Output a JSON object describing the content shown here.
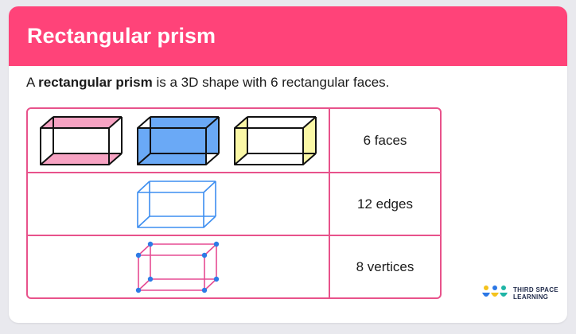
{
  "header": {
    "title": "Rectangular prism"
  },
  "intro": {
    "prefix": "A ",
    "bold": "rectangular prism",
    "suffix": " is a 3D shape with 6 rectangular faces."
  },
  "rows": [
    {
      "label": "6 faces"
    },
    {
      "label": "12 edges"
    },
    {
      "label": "8 vertices"
    }
  ],
  "logo": {
    "line1": "THIRD SPACE",
    "line2": "LEARNING"
  },
  "colors": {
    "brand": "#ff4379",
    "grid_border": "#e8528b",
    "face_pink": "#f7a3c3",
    "face_blue": "#6aa9f6",
    "face_yellow": "#fbf8a6",
    "edge_blue": "#3d8ef0",
    "vertex_dot": "#2d7be6",
    "vertex_edge": "#e64b93"
  }
}
